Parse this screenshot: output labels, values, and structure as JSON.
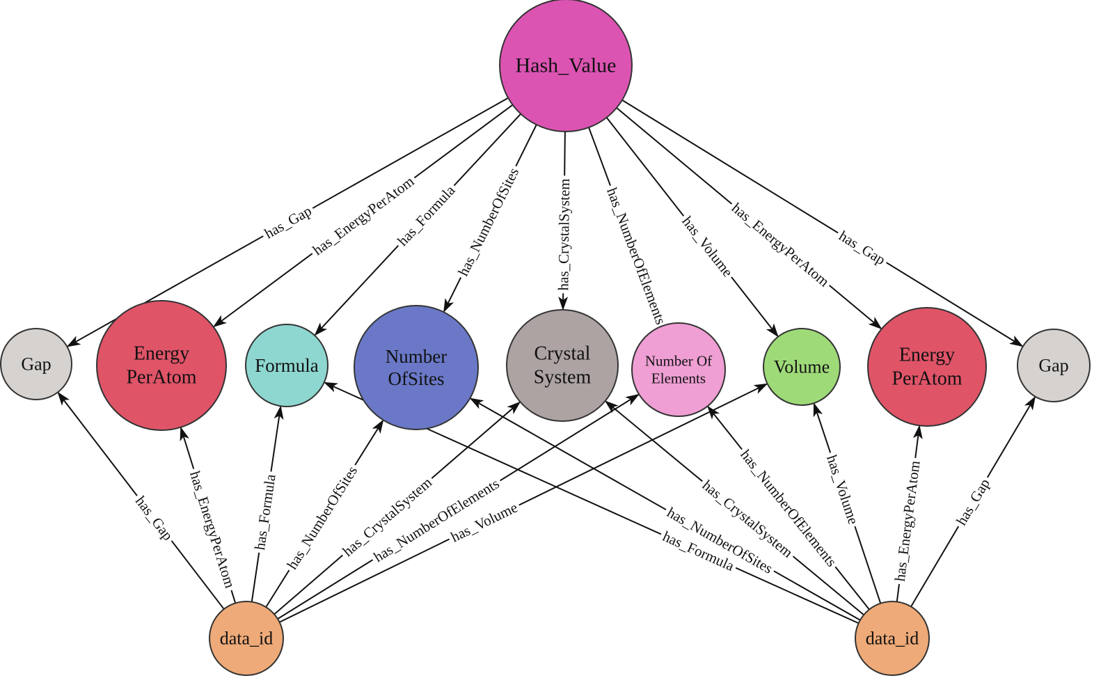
{
  "nodes": [
    {
      "id": "hash",
      "lines": [
        "Hash_Value"
      ],
      "color": "#dc54b2"
    },
    {
      "id": "gap1",
      "lines": [
        "Gap"
      ],
      "color": "#d6d2cf"
    },
    {
      "id": "epa1",
      "lines": [
        "Energy",
        "PerAtom"
      ],
      "color": "#e05468"
    },
    {
      "id": "formula",
      "lines": [
        "Formula"
      ],
      "color": "#8ed7d0"
    },
    {
      "id": "sites",
      "lines": [
        "Number",
        "OfSites"
      ],
      "color": "#6a78c7"
    },
    {
      "id": "crystal",
      "lines": [
        "Crystal",
        "System"
      ],
      "color": "#ada3a3"
    },
    {
      "id": "elements",
      "lines": [
        "Number Of",
        "Elements"
      ],
      "color": "#ef9fd4"
    },
    {
      "id": "volume",
      "lines": [
        "Volume"
      ],
      "color": "#9fda78"
    },
    {
      "id": "epa2",
      "lines": [
        "Energy",
        "PerAtom"
      ],
      "color": "#e05468"
    },
    {
      "id": "gap2",
      "lines": [
        "Gap"
      ],
      "color": "#d6d2cf"
    },
    {
      "id": "data1",
      "lines": [
        "data_id"
      ],
      "color": "#eeaa78"
    },
    {
      "id": "data2",
      "lines": [
        "data_id"
      ],
      "color": "#eeaa78"
    }
  ],
  "edges": [
    {
      "from": "hash",
      "to": "gap1",
      "label": "has_Gap"
    },
    {
      "from": "hash",
      "to": "epa1",
      "label": "has_EnergyPerAtom"
    },
    {
      "from": "hash",
      "to": "formula",
      "label": "has_Formula"
    },
    {
      "from": "hash",
      "to": "sites",
      "label": "has_NumberOfSites"
    },
    {
      "from": "hash",
      "to": "crystal",
      "label": "has_CrystalSystem"
    },
    {
      "from": "hash",
      "to": "elements",
      "label": "has_NumberOfElements"
    },
    {
      "from": "hash",
      "to": "volume",
      "label": "has_Volume"
    },
    {
      "from": "hash",
      "to": "epa2",
      "label": "has_EnergyPerAtom"
    },
    {
      "from": "hash",
      "to": "gap2",
      "label": "has_Gap"
    },
    {
      "from": "data1",
      "to": "gap1",
      "label": "has_Gap"
    },
    {
      "from": "data1",
      "to": "epa1",
      "label": "has_EnergyPerAtom"
    },
    {
      "from": "data1",
      "to": "formula",
      "label": "has_Formula"
    },
    {
      "from": "data1",
      "to": "sites",
      "label": "has_NumberOfSites"
    },
    {
      "from": "data1",
      "to": "crystal",
      "label": "has_CrystalSystem"
    },
    {
      "from": "data1",
      "to": "elements",
      "label": "has_NumberOfElements"
    },
    {
      "from": "data1",
      "to": "volume",
      "label": "has_Volume"
    },
    {
      "from": "data2",
      "to": "gap2",
      "label": "has_Gap"
    },
    {
      "from": "data2",
      "to": "epa2",
      "label": "has_EnergyPerAtom"
    },
    {
      "from": "data2",
      "to": "volume",
      "label": "has_Volume"
    },
    {
      "from": "data2",
      "to": "elements",
      "label": "has_NumberOfElements"
    },
    {
      "from": "data2",
      "to": "crystal",
      "label": "has_CrystalSystem"
    },
    {
      "from": "data2",
      "to": "sites",
      "label": "has_NumberOfSites"
    },
    {
      "from": "data2",
      "to": "formula",
      "label": "has_Formula"
    }
  ]
}
